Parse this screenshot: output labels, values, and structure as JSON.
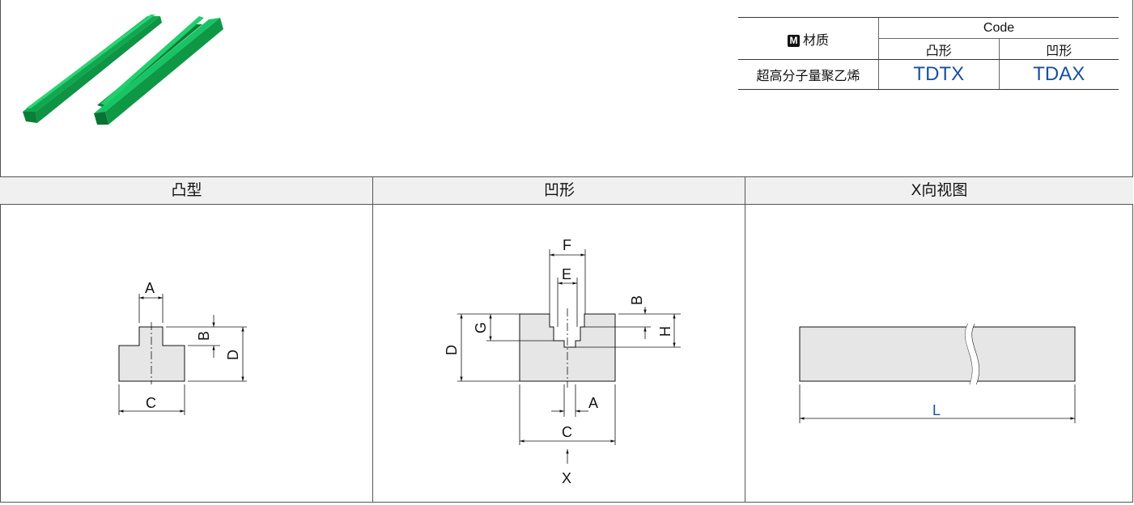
{
  "spec_table": {
    "material_badge": "M",
    "material_label": "材质",
    "code_header": "Code",
    "type_convex": "凸形",
    "type_concave": "凹形",
    "material_value": "超高分子量聚乙烯",
    "code_convex": "TDTX",
    "code_concave": "TDAX",
    "code_color": "#1a4f9c"
  },
  "product_color": "#14b858",
  "views": {
    "convex_title": "凸型",
    "concave_title": "凹形",
    "side_title": "X向视图"
  },
  "dims": {
    "convex": {
      "a": "A",
      "b": "B",
      "c": "C",
      "d": "D"
    },
    "concave": {
      "a": "A",
      "b": "B",
      "c": "C",
      "d": "D",
      "e": "E",
      "f": "F",
      "g": "G",
      "h": "H",
      "x": "X"
    },
    "side": {
      "l": "L"
    }
  }
}
